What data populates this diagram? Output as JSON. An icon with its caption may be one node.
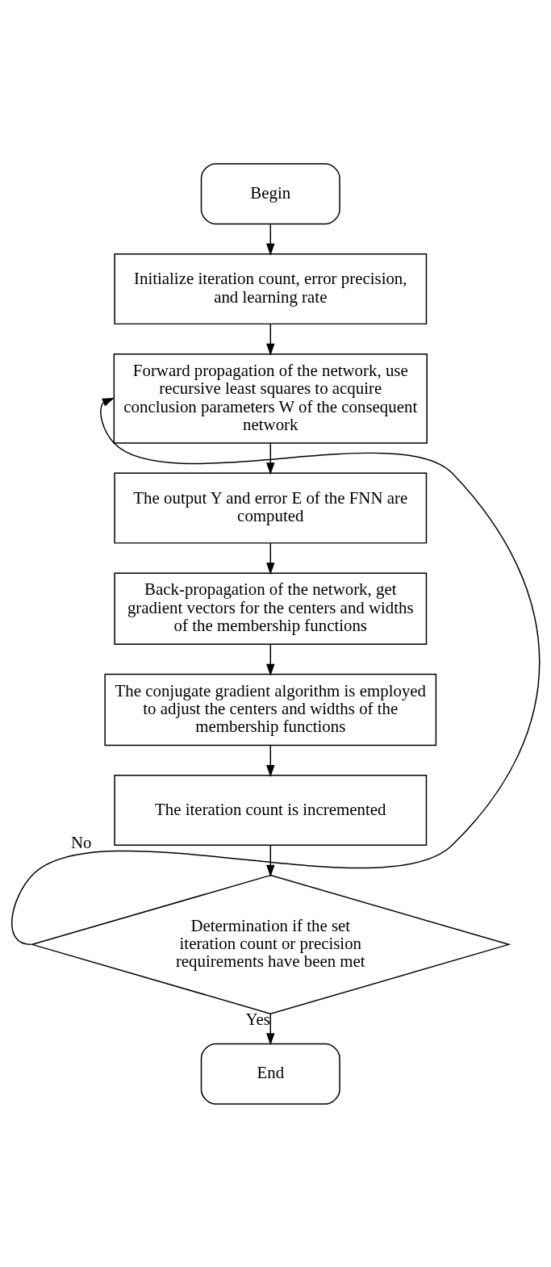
{
  "diagram": {
    "nodes": [
      {
        "text": [
          "Begin"
        ]
      },
      {
        "text": [
          "Initialize iteration count, error precision, and learning rate"
        ]
      },
      {
        "text": [
          "Forward propagation of the network, use recursive least squares to acquire conclusion parameters W of the consequent network"
        ]
      },
      {
        "text": [
          "The output Y and error E of the FNN are computed"
        ]
      },
      {
        "text": [
          "Back-propagation of the network, get gradient vectors for the centers and widths of the membership functions"
        ]
      },
      {
        "text": [
          "The conjugate gradient algorithm is employed to adjust the centers and widths of the membership functions"
        ]
      },
      {
        "text": [
          "The iteration count is incremented"
        ]
      },
      {
        "text": [
          "Determination if the set iteration count or precision requirements have been met"
        ]
      },
      {
        "text": [
          "End"
        ]
      }
    ],
    "edges": [
      {
        "from": 0,
        "to": 1,
        "arrow": "to"
      },
      {
        "from": 1,
        "to": 2,
        "arrow": "to"
      },
      {
        "from": 2,
        "to": 3,
        "arrow": "to"
      },
      {
        "from": 3,
        "to": 4,
        "arrow": "to"
      },
      {
        "from": 4,
        "to": 5,
        "arrow": "to"
      },
      {
        "from": 5,
        "to": 6,
        "arrow": "to"
      },
      {
        "from": 6,
        "to": 7,
        "arrow": "to"
      },
      {
        "from": 7,
        "to": 2,
        "arrow": "to",
        "label": "No"
      },
      {
        "from": 7,
        "to": 8,
        "arrow": "to",
        "label": "Yes"
      }
    ]
  }
}
